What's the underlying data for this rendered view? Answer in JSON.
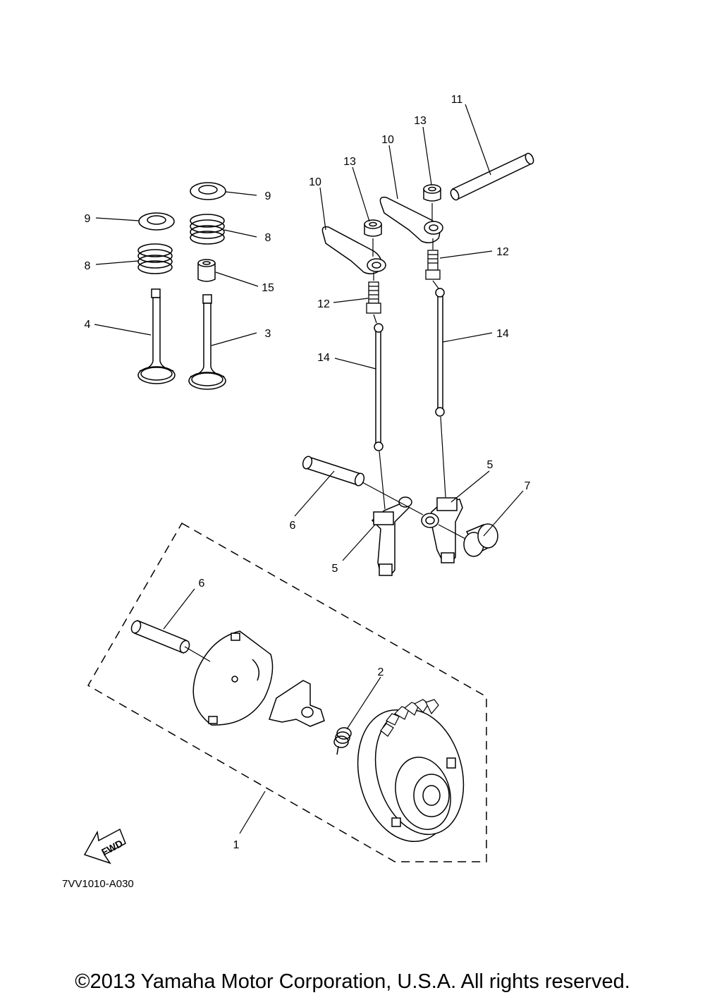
{
  "callouts": {
    "c11": "11",
    "c13a": "13",
    "c13b": "13",
    "c10a": "10",
    "c10b": "10",
    "c9a": "9",
    "c9b": "9",
    "c8a": "8",
    "c8b": "8",
    "c15": "15",
    "c12a": "12",
    "c12b": "12",
    "c4": "4",
    "c3": "3",
    "c14a": "14",
    "c14b": "14",
    "c5a": "5",
    "c5b": "5",
    "c6a": "6",
    "c6b": "6",
    "c7": "7",
    "c2": "2",
    "c1": "1"
  },
  "fwd_label": "FWD",
  "diagram_code": "7VV1010-A030",
  "copyright": "©2013 Yamaha Motor Corporation, U.S.A. All rights reserved."
}
